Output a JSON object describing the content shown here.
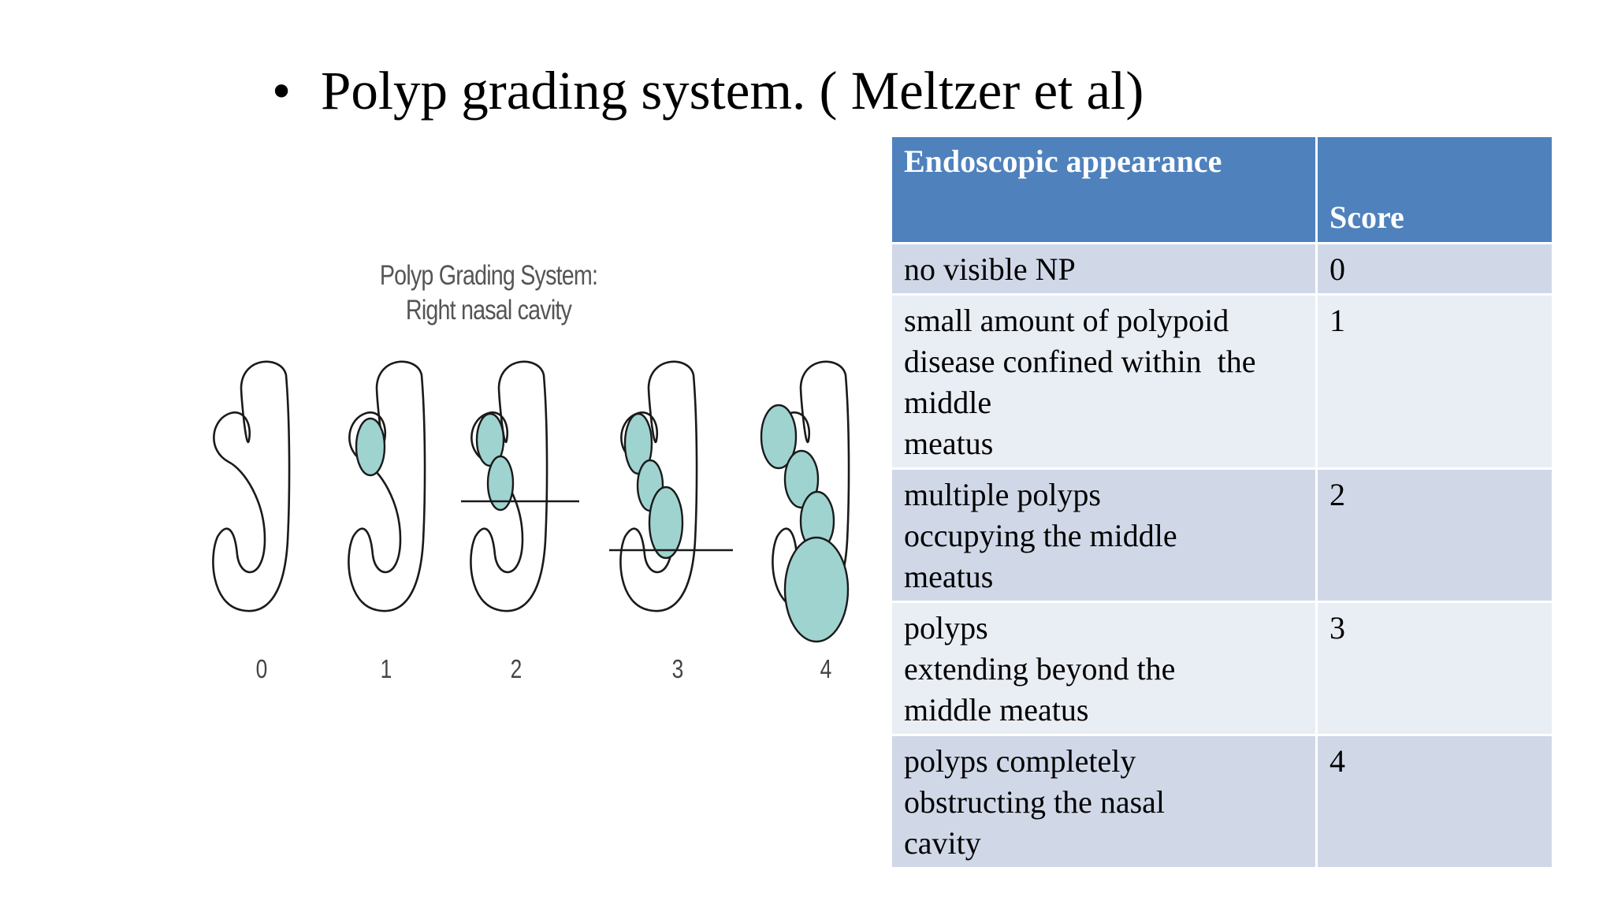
{
  "slide": {
    "bullet": "•",
    "title": "Polyp grading system. ( Meltzer et al)"
  },
  "figure": {
    "title_line1": "Polyp Grading System:",
    "title_line2": "Right nasal cavity",
    "grades": [
      "0",
      "1",
      "2",
      "3",
      "4"
    ],
    "polyp_color": "#9fd3d0"
  },
  "table": {
    "headers": [
      "Endoscopic appearance",
      "Score"
    ],
    "header_color": "#4f81bd",
    "row_colors": [
      "#d0d8e8",
      "#e9edf4"
    ],
    "rows": [
      {
        "appearance_lines": [
          "no visible NP"
        ],
        "score": "0"
      },
      {
        "appearance_lines": [
          "small amount of polypoid",
          "disease confined within  the",
          "middle",
          "meatus"
        ],
        "score": "1"
      },
      {
        "appearance_lines": [
          "multiple polyps",
          "occupying the middle",
          "meatus"
        ],
        "score": "2"
      },
      {
        "appearance_lines": [
          "polyps",
          "extending beyond the",
          "middle meatus"
        ],
        "score": "3"
      },
      {
        "appearance_lines": [
          "polyps completely",
          "obstructing the nasal",
          "cavity"
        ],
        "score": "4"
      }
    ]
  }
}
